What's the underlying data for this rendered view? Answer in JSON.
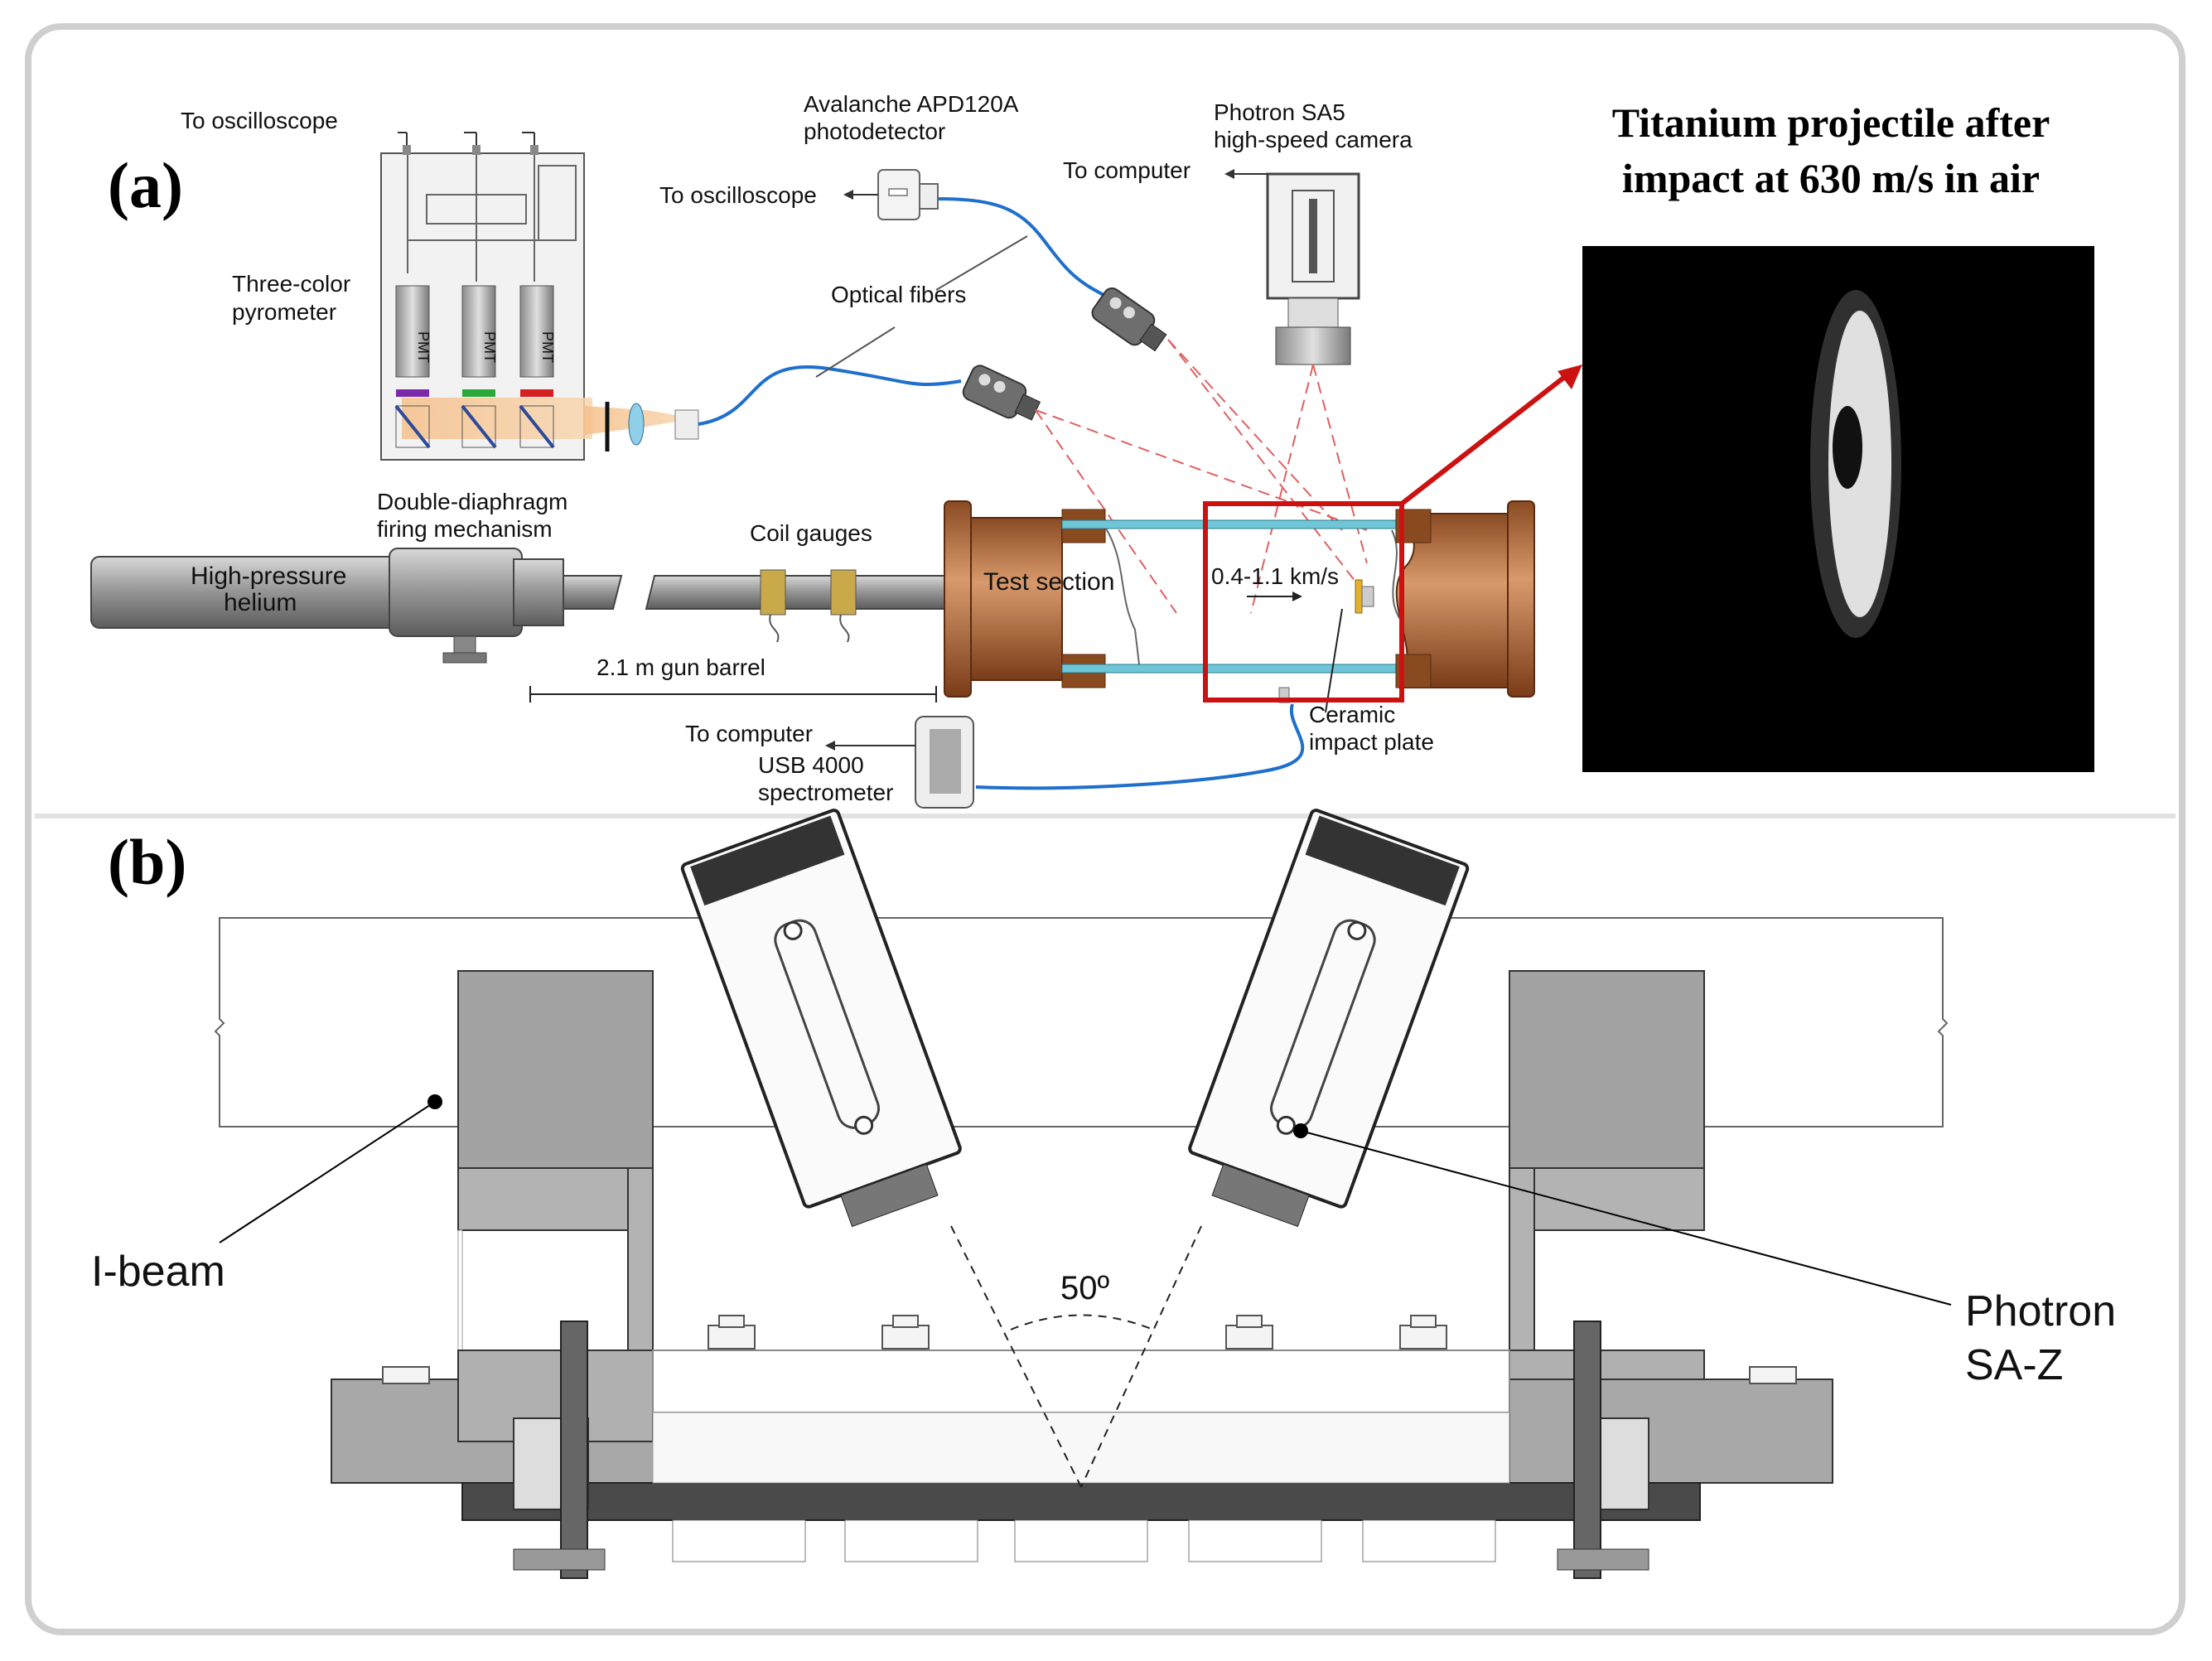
{
  "panels": {
    "a": "(a)",
    "b": "(b)"
  },
  "top": {
    "to_oscilloscope_1": "To oscilloscope",
    "three_color_pyrometer": [
      "Three-color",
      "pyrometer"
    ],
    "pmt": "PMT",
    "avalanche": [
      "Avalanche APD120A",
      "photodetector"
    ],
    "to_oscilloscope_2": "To oscilloscope",
    "optical_fibers": "Optical fibers",
    "photron_sa5": [
      "Photron SA5",
      "high-speed camera"
    ],
    "to_computer_1": "To computer",
    "double_diaphragm": [
      "Double-diaphragm",
      "firing mechanism"
    ],
    "high_pressure": [
      "High-pressure",
      "helium"
    ],
    "coil_gauges": "Coil gauges",
    "test_section": "Test section",
    "speed": "0.4-1.1 km/s",
    "gun_barrel": "2.1 m gun barrel",
    "to_computer_2": "To computer",
    "usb4000": [
      "USB 4000",
      "spectrometer"
    ],
    "ceramic": [
      "Ceramic",
      "impact plate"
    ]
  },
  "inset": {
    "title": [
      "Titanium projectile after",
      "impact at 630 m/s in air"
    ]
  },
  "bottom": {
    "ibeam": "I-beam",
    "angle": "50º",
    "photron_saz": [
      "Photron",
      "SA-Z"
    ]
  },
  "colors": {
    "copper": "#c0784a",
    "fiber": "#1f6fcc",
    "laser": "#e05050",
    "highlight": "#cc1111"
  }
}
